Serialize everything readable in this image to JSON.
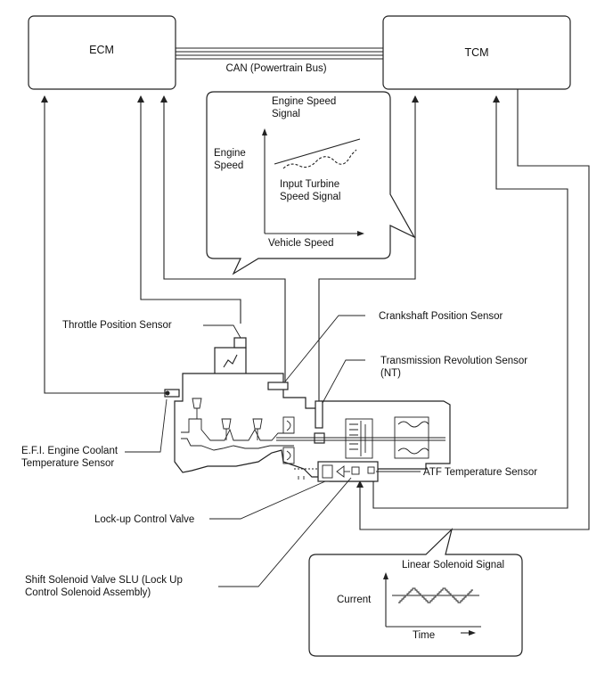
{
  "ecm": {
    "label": "ECM"
  },
  "tcm": {
    "label": "TCM"
  },
  "can_bus": {
    "label": "CAN (Powertrain Bus)"
  },
  "speed_graph": {
    "engine_speed_signal_line1": "Engine Speed",
    "engine_speed_signal_line2": "Signal",
    "y_axis_line1": "Engine",
    "y_axis_line2": "Speed",
    "turbine_line1": "Input Turbine",
    "turbine_line2": "Speed Signal",
    "x_axis": "Vehicle Speed"
  },
  "sensors": {
    "throttle_position": "Throttle Position Sensor",
    "crankshaft_position": "Crankshaft Position Sensor",
    "transmission_revolution_line1": "Transmission Revolution Sensor",
    "transmission_revolution_line2": "(NT)",
    "coolant_temp_line1": "E.F.I. Engine Coolant",
    "coolant_temp_line2": "Temperature Sensor",
    "atf_temp": "ATF Temperature Sensor",
    "lockup_valve": "Lock-up Control Valve",
    "shift_solenoid_line1": "Shift Solenoid Valve SLU (Lock Up",
    "shift_solenoid_line2": "Control Solenoid Assembly)"
  },
  "solenoid_graph": {
    "title": "Linear Solenoid Signal",
    "y_axis": "Current",
    "x_axis": "Time"
  }
}
